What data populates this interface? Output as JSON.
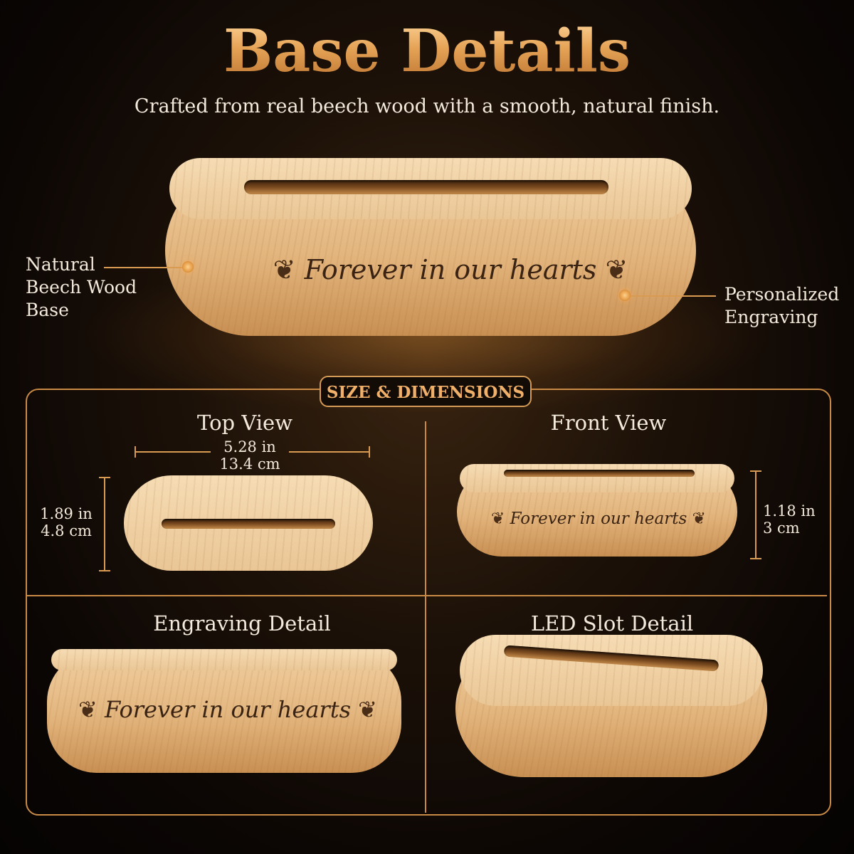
{
  "header": {
    "title": "Base Details",
    "subtitle": "Crafted from real beech wood with a smooth, natural finish."
  },
  "hero": {
    "engraving_text": "Forever in our hearts",
    "callout_left": [
      "Natural",
      "Beech Wood",
      "Base"
    ],
    "callout_right": [
      "Personalized",
      "Engraving"
    ]
  },
  "dimensions": {
    "badge": "SIZE & DIMENSIONS",
    "top_view": {
      "title": "Top View",
      "width_in": "5.28 in",
      "width_cm": "13.4 cm",
      "depth_in": "1.89 in",
      "depth_cm": "4.8 cm"
    },
    "front_view": {
      "title": "Front View",
      "engraving_text": "Forever in our hearts",
      "height_in": "1.18 in",
      "height_cm": "3 cm"
    },
    "engraving_detail": {
      "title": "Engraving Detail",
      "engraving_text": "Forever in our hearts"
    },
    "led_slot_detail": {
      "title": "LED Slot Detail"
    }
  },
  "colors": {
    "accent": "#d99a52",
    "title_gold": "#e9a95e",
    "wood": "#e2b47c"
  },
  "icons": [
    "leaf-sprig-icon",
    "callout-dot-icon"
  ]
}
